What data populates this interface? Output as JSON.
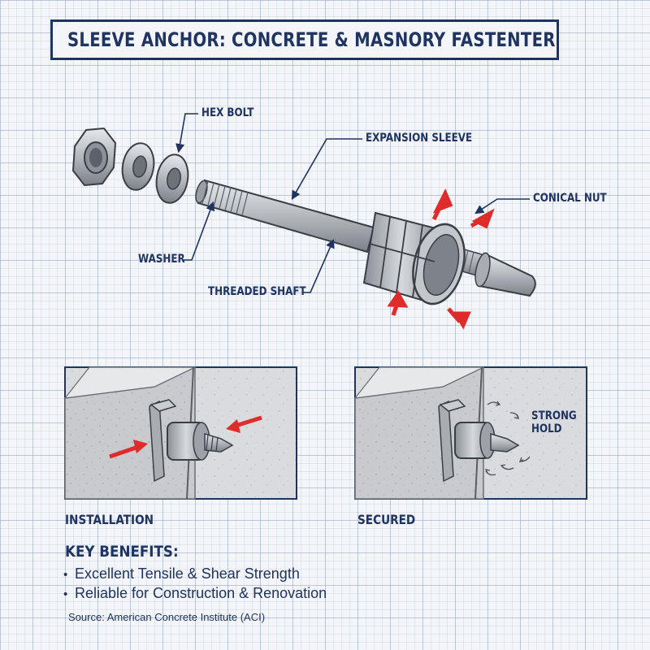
{
  "title": "SLEEVE ANCHOR: CONCRETE & MASNORY FASTENTER",
  "callouts": {
    "hex_bolt": "HEX BOLT",
    "expansion_sleeve": "EXPANSION SLEEVE",
    "conical_nut": "CONICAL NUT",
    "washer": "WASHER",
    "threaded_shaft": "THREADED SHAFT"
  },
  "panels": {
    "installation_label": "INSTALLATION",
    "secured_label": "SECURED",
    "strong_hold_line1": "STRONG",
    "strong_hold_line2": "HOLD"
  },
  "benefits": {
    "title": "KEY BENEFITS:",
    "items": [
      "Excellent Tensile & Shear Strength",
      "Reliable for Construction & Renovation"
    ]
  },
  "source": "Source: American Concrete Institute (ACI)",
  "colors": {
    "navy": "#1f3461",
    "arrow_red": "#e02b2b",
    "metal": "#b5b9be",
    "concrete": "#c9cbcf"
  },
  "icons": [
    "hex-nut",
    "washer",
    "red-arrow",
    "rotation-arrow"
  ]
}
